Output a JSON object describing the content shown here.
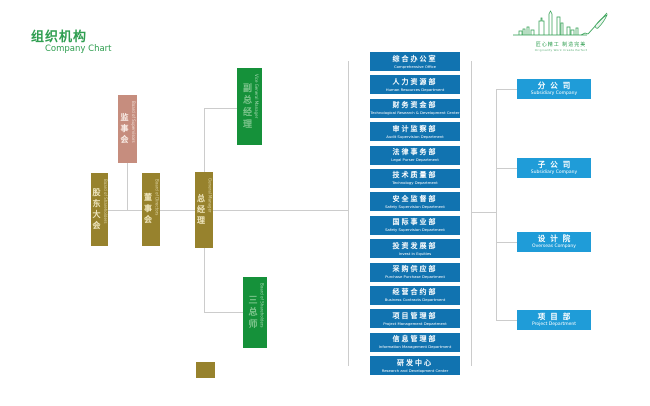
{
  "page": {
    "title_cn": "组织机构",
    "title_en": "Company Chart"
  },
  "logo": {
    "icon": "skyline-pen-icon",
    "slogan_cn": "匠心精工 制造完美",
    "slogan_en": "Originality Work    Create Perfect"
  },
  "governance": {
    "shareholders": {
      "cn": "股东大会",
      "en": "Board of Shareholders"
    },
    "supervisors": {
      "cn": "监事会",
      "en": "Board of Supervisors"
    },
    "directors": {
      "cn": "董事会",
      "en": "Board of Directors"
    },
    "general_manager": {
      "cn": "总经理",
      "en": "General Manager"
    },
    "vice_general_manager": {
      "cn": "副总经理",
      "en": "Vice General Manager"
    },
    "three_chiefs": {
      "cn": "三总师",
      "en": "Board of Shareholders"
    }
  },
  "departments": [
    {
      "cn": "综合办公室",
      "en": "Comprehensive Office"
    },
    {
      "cn": "人力资源部",
      "en": "Human Resources Department"
    },
    {
      "cn": "财务资金部",
      "en": "Technological Research & Development Center"
    },
    {
      "cn": "审计监察部",
      "en": "Audit Supervision Department"
    },
    {
      "cn": "法律事务部",
      "en": "Legal Purser Department"
    },
    {
      "cn": "技术质量部",
      "en": "Technology Department"
    },
    {
      "cn": "安全监督部",
      "en": "Safety Supervision Department"
    },
    {
      "cn": "国际事业部",
      "en": "Safety Supervision Department"
    },
    {
      "cn": "投资发展部",
      "en": "Invest in Equities"
    },
    {
      "cn": "采购供应部",
      "en": "Purchase Purchase Department"
    },
    {
      "cn": "经营合约部",
      "en": "Business Contracts Department"
    },
    {
      "cn": "项目管理部",
      "en": "Project Management Department"
    },
    {
      "cn": "信息管理部",
      "en": "Information Management Department"
    },
    {
      "cn": "研发中心",
      "en": "Research and Development Center"
    }
  ],
  "branches": [
    {
      "cn": "分公司",
      "en": "Subsidiary Company"
    },
    {
      "cn": "子公司",
      "en": "Subsidiary Company"
    },
    {
      "cn": "设计院",
      "en": "Overseas Company"
    },
    {
      "cn": "项目部",
      "en": "Project Department"
    }
  ],
  "colors": {
    "title_green": "#2f9e50",
    "governance_olive": "#97822d",
    "supervisors_pink": "#c68d7e",
    "manager_green": "#15913a",
    "department_blue": "#1173b0",
    "branch_blue": "#1f9cd8",
    "connector_gray": "#cccccc"
  }
}
